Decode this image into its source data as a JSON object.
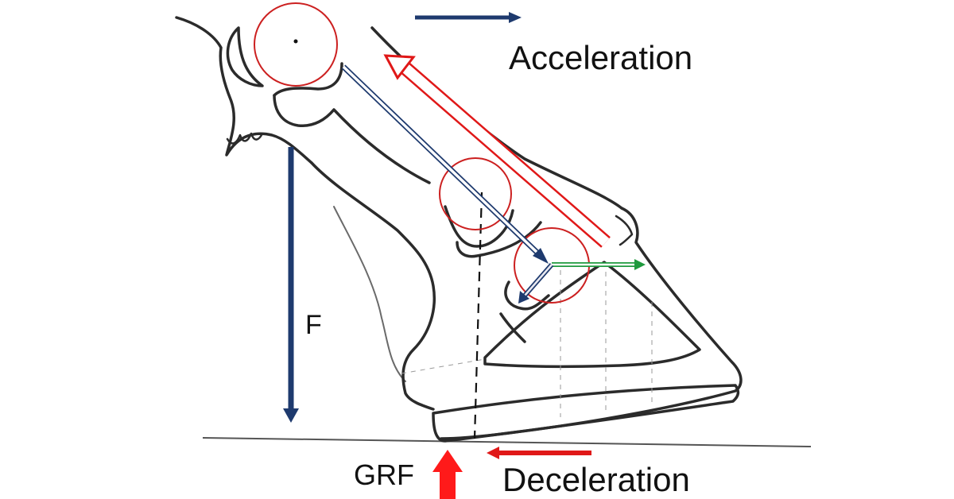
{
  "labels": {
    "acceleration": "Acceleration",
    "deceleration": "Deceleration",
    "grf": "GRF",
    "force": "F"
  },
  "colors": {
    "outline": "#2b2b2b",
    "joint": "#cc2020",
    "navy_arrow": "#1e3a6e",
    "red_arrow": "#e01818",
    "green_arrow": "#1f9a3e",
    "ground": "#555555",
    "grf_arrow": "#ff1a1a"
  },
  "icons": [
    "acceleration-arrow",
    "deceleration-arrow",
    "grf-arrow",
    "force-arrow"
  ]
}
